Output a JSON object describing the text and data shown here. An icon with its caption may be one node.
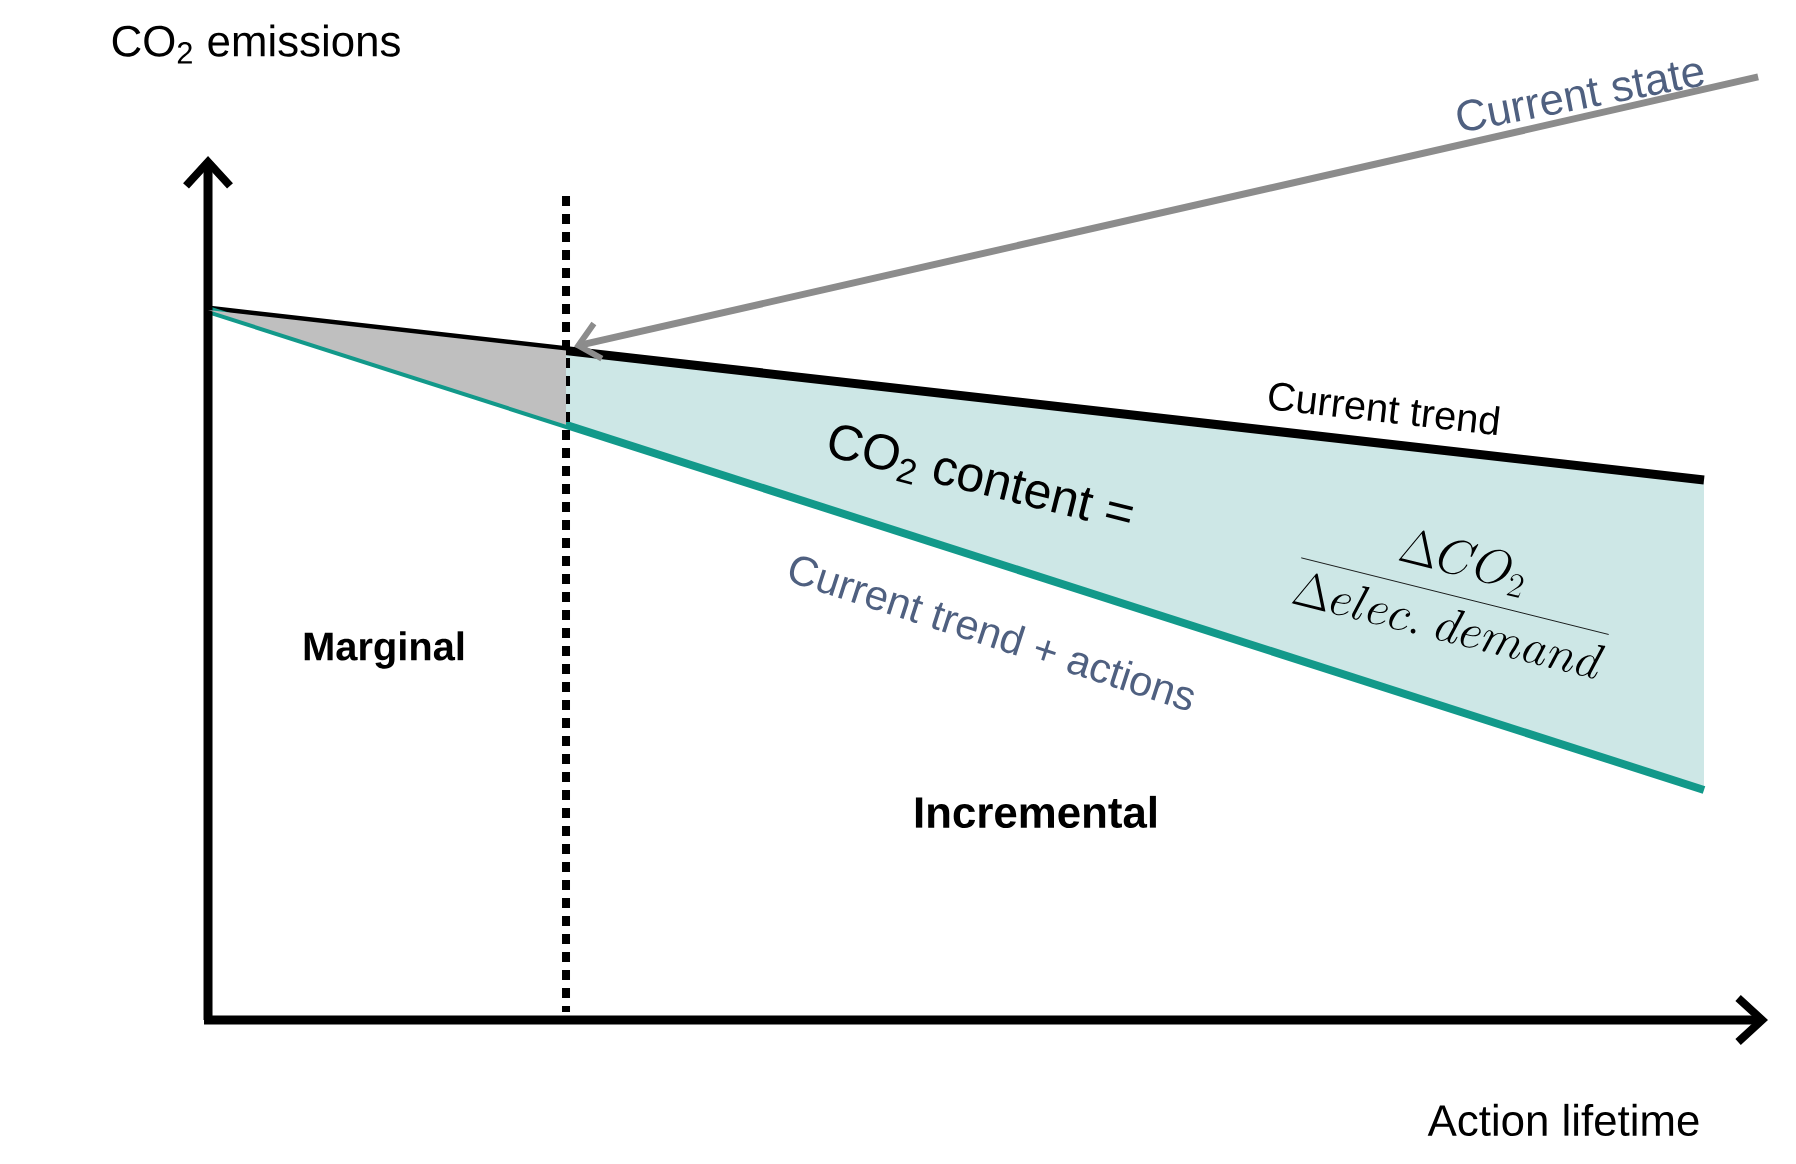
{
  "diagram": {
    "nodes": [
      {
        "text": [
          "Current state"
        ]
      },
      {
        "text": [],
        "shape": "triangle"
      }
    ],
    "edges": [
      {
        "from": 0,
        "to": 1,
        "arrow": "to",
        "color": "#8c8c8c"
      }
    ],
    "labels": [
      "CO$_{2}$ emissions",
      "Action lifetime",
      "Current trend",
      "CO$_{2}$ content =",
      "\\frac{\\Delta CO_2}{\\Delta elec.\\ demand}",
      "Current trend + actions",
      "Marginal",
      "Incremental"
    ]
  }
}
